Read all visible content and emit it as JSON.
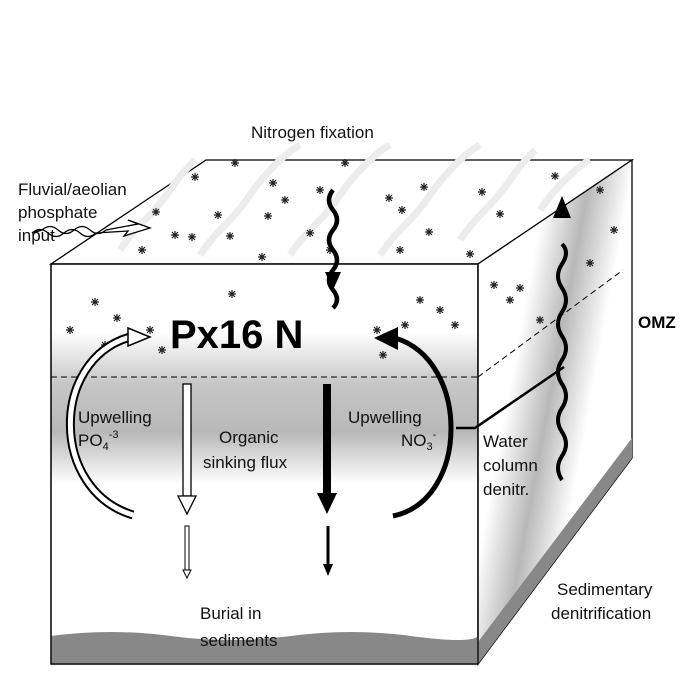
{
  "labels": {
    "nitrogen_fixation": "Nitrogen fixation",
    "fluvial_1": "Fluvial/aeolian",
    "fluvial_2": "phosphate",
    "fluvial_3": "input",
    "omz": "OMZ",
    "redfield": "Px16 N",
    "upwelling_p": "Upwelling",
    "po4": "PO",
    "po4_sub": "4",
    "po4_sup": "-3",
    "organic_1": "Organic",
    "organic_2": "sinking flux",
    "upwelling_n": "Upwelling",
    "no3": "NO",
    "no3_sub": "3",
    "no3_sup": "-",
    "water_1": "Water",
    "water_2": "column",
    "water_3": "denitr.",
    "burial_1": "Burial in",
    "burial_2": "sediments",
    "sed_1": "Sedimentary",
    "sed_2": "denitrification"
  },
  "colors": {
    "sediment": "#888888",
    "omz_gray": "#b4b4b4",
    "ink": "#000000"
  }
}
